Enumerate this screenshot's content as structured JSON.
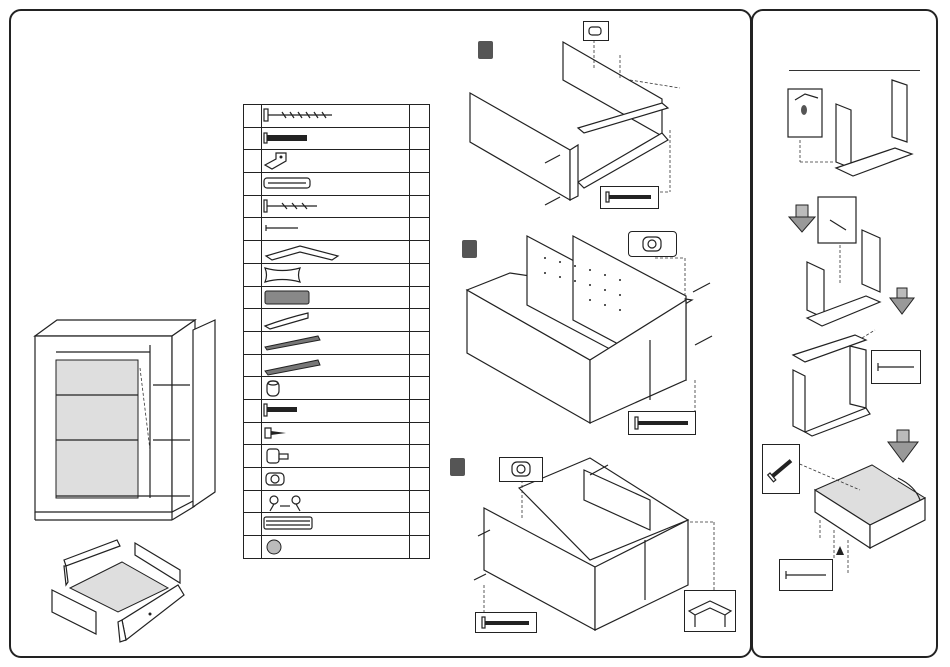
{
  "steps": [
    {
      "number": "",
      "icon": "step-1-badge"
    },
    {
      "number": "",
      "icon": "step-2-badge"
    },
    {
      "number": "",
      "icon": "step-3-badge"
    }
  ],
  "parts": [
    {
      "icon": "long-wood-screw-icon"
    },
    {
      "icon": "short-wood-screw-icon"
    },
    {
      "icon": "angle-bracket-icon"
    },
    {
      "icon": "drawer-runner-icon"
    },
    {
      "icon": "long-screw-icon"
    },
    {
      "icon": "nail-icon"
    },
    {
      "icon": "corner-bracket-icon"
    },
    {
      "icon": "cushion-pad-icon"
    },
    {
      "icon": "handle-label-icon"
    },
    {
      "icon": "handle-icon"
    },
    {
      "icon": "runner-rail-left-icon"
    },
    {
      "icon": "runner-rail-right-icon"
    },
    {
      "icon": "wooden-dowel-icon"
    },
    {
      "icon": "screw-icon"
    },
    {
      "icon": "small-screw-icon"
    },
    {
      "icon": "shelf-support-pin-icon"
    },
    {
      "icon": "cam-lock-icon"
    },
    {
      "icon": "hinge-icon"
    },
    {
      "icon": "metal-runner-icon"
    },
    {
      "icon": "furniture-glide-icon"
    }
  ],
  "colors": {
    "outline": "#222222",
    "badge": "#555555",
    "shade": "#dedede"
  }
}
